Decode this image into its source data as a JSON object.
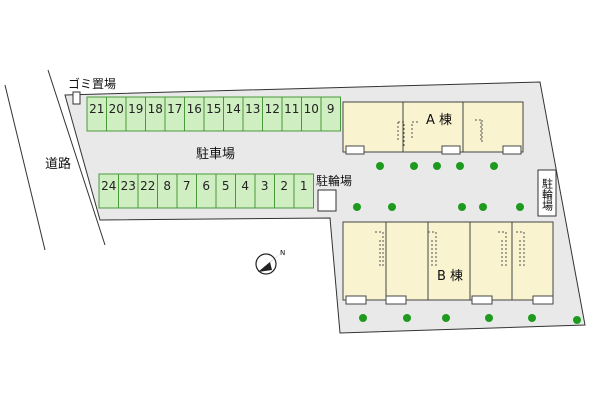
{
  "labels": {
    "trash": "ゴミ置場",
    "road": "道路",
    "parking": "駐車場",
    "bicycle": "駐輪場",
    "bicycle_vertical": "駐輪場",
    "building_a": "A 棟",
    "building_b": "B 棟"
  },
  "parking_rows": {
    "top": [
      "21",
      "20",
      "19",
      "18",
      "17",
      "16",
      "15",
      "14",
      "13",
      "12",
      "11",
      "10",
      "9"
    ],
    "bottom": [
      "24",
      "23",
      "22",
      "8",
      "7",
      "6",
      "5",
      "4",
      "3",
      "2",
      "1"
    ]
  },
  "colors": {
    "lot": "#e9e9e9",
    "slot": "#cfeec2",
    "slot_border": "#4a9a3a",
    "building": "#f9f3cf",
    "tree": "#1e9a1e",
    "outline": "#333333"
  },
  "icons": {
    "north": "compass-north-arrow-icon",
    "tree": "tree-icon"
  }
}
